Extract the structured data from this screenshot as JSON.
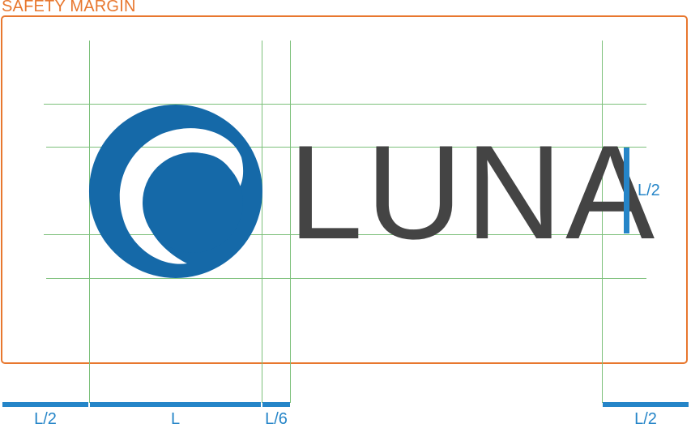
{
  "colors": {
    "safety": "#e8772e",
    "guide": "#7cc07a",
    "accent": "#2585c8",
    "logo_blue": "#1569a8",
    "wordmark": "#444444",
    "background": "#ffffff"
  },
  "safety_margin_label": "SAFETY MARGIN",
  "logo": {
    "icon": "crescent-moon-icon",
    "wordmark": "LUNA"
  },
  "height_annotation": "L/2",
  "measurements": {
    "left_margin": "L/2",
    "icon_width": "L",
    "gap": "L/6",
    "right_margin": "L/2"
  }
}
